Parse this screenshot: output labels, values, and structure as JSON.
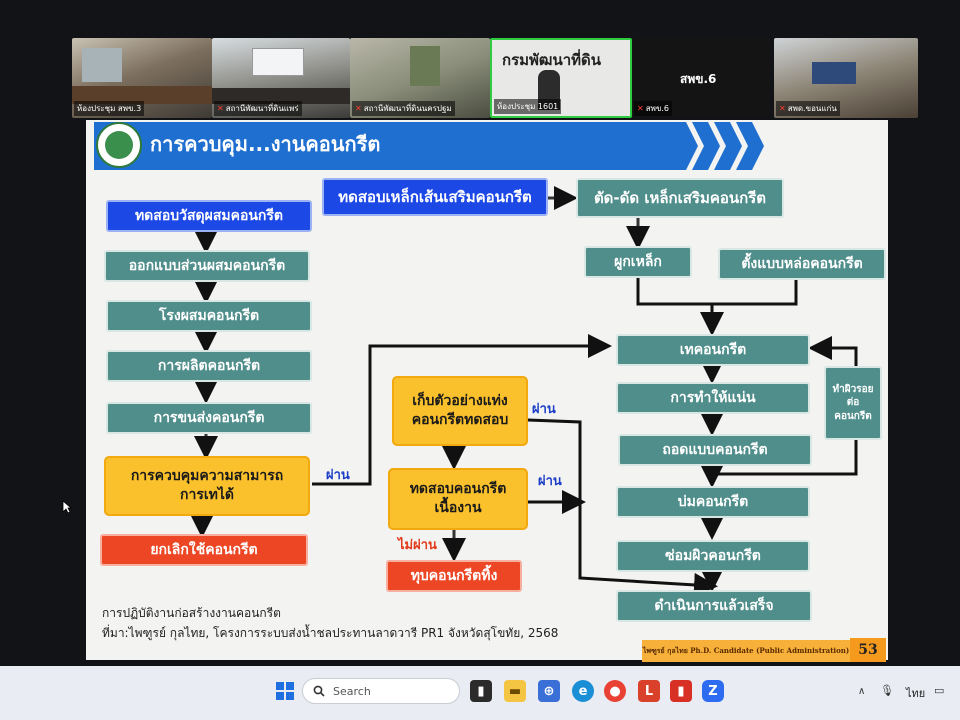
{
  "video_strip": {
    "tiles": [
      {
        "caption": "ห้องประชุม สพข.3",
        "muted": false
      },
      {
        "caption": "สถานีพัฒนาที่ดินแพร่",
        "muted": true
      },
      {
        "caption": "สถานีพัฒนาที่ดินนครปฐม",
        "muted": true
      },
      {
        "caption": "ห้องประชุม 1601",
        "muted": false,
        "banner": "กรมพัฒนาที่ดิน"
      },
      {
        "caption": "สพข.6",
        "muted": true
      },
      {
        "caption": "สพด.ขอนแก่น",
        "muted": true
      }
    ],
    "name_only_tile": "สพข.6"
  },
  "slide": {
    "title": "การควบคุม...งานคอนกรีต",
    "left_column": [
      "ทดสอบวัสดุผสมคอนกรีต",
      "ออกแบบส่วนผสมคอนกรีต",
      "โรงผสมคอนกรีต",
      "การผลิตคอนกรีต",
      "การขนส่งคอนกรีต"
    ],
    "control_box": "การควบคุมความสามารถการเทได้",
    "cancel_box": "ยกเลิกใช้คอนกรีต",
    "steel_test_box": "ทดสอบเหล็กเส้นเสริมคอนกรีต",
    "cut_bend_box": "ตัด-ดัด เหล็กเสริมคอนกรีต",
    "tie_steel_box": "ผูกเหล็ก",
    "formwork_box": "ตั้งแบบหล่อคอนกรีต",
    "sample_box": "เก็บตัวอย่างแท่งคอนกรีตทดสอบ",
    "field_test_box": "ทดสอบคอนกรีตเนื้องาน",
    "demolish_box": "ทุบคอนกรีตทิ้ง",
    "right_column": [
      "เทคอนกรีต",
      "การทำให้แน่น",
      "ถอดแบบคอนกรีต",
      "บ่มคอนกรีต",
      "ซ่อมผิวคอนกรีต",
      "ดำเนินการแล้วเสร็จ"
    ],
    "side_box": "ทำผิวรอยต่อคอนกรีต",
    "labels": {
      "pass": "ผ่าน",
      "fail": "ไม่ผ่าน"
    },
    "footer_line1": "การปฏิบัติงานก่อสร้างงานคอนกรีต",
    "footer_line2": "ที่มา:ไพฑูรย์ กุลไทย, โครงการระบบส่งน้ำชลประทานลาดวารี PR1 จังหวัดสุโขทัย, 2568",
    "author_banner": "ไพฑูรย์ กุลไทย Ph.D. Candidate (Public Administration)",
    "page_number": "53"
  },
  "taskbar": {
    "search_placeholder": "Search",
    "language": "ไทย"
  },
  "colors": {
    "teal": "#4f8e8b",
    "blue": "#1c48e6",
    "yellow": "#fbc12c",
    "red": "#ec4624",
    "title_bar": "#1e6fd0"
  }
}
